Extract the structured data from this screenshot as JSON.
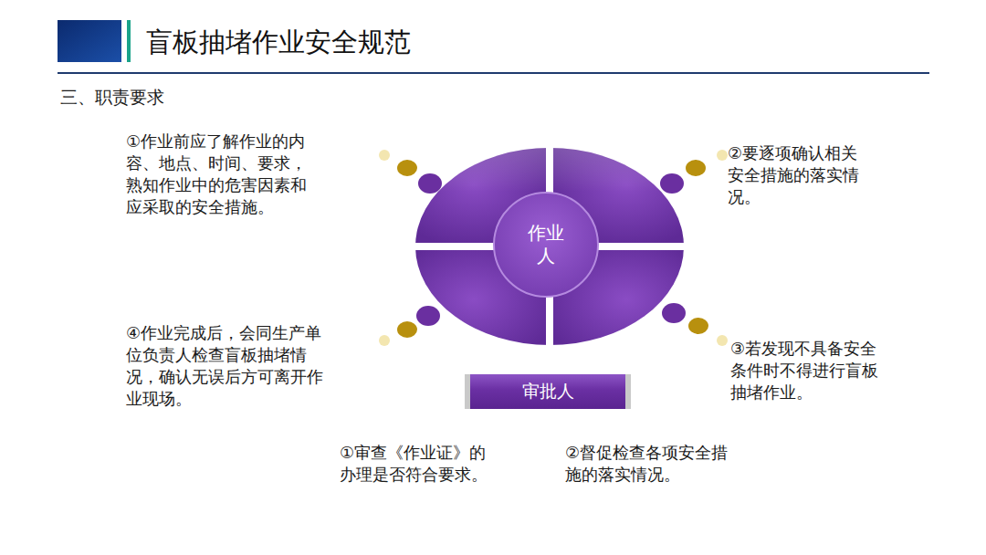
{
  "diagram": {
    "title": "盲板抽堵作业安全规范",
    "nodes": [
      {
        "text": [
          "作业人"
        ]
      },
      {
        "text": [
          "审批人"
        ]
      }
    ],
    "labels": [
      "三、职责要求",
      "①作业前应了解作业的内容、地点、时间、要求，熟知作业中的危害因素和应采取的安全措施。",
      "②要逐项确认相关安全措施的落实情况。",
      "④作业完成后，会同生产单位负责人检查盲板抽堵情况，确认无误后方可离开作业现场。",
      "③若发现不具备安全条件时不得进行盲板抽堵作业。",
      "①审查《作业证》的办理是否符合要求。",
      "②督促检查各项安全措施的落实情况。"
    ]
  }
}
